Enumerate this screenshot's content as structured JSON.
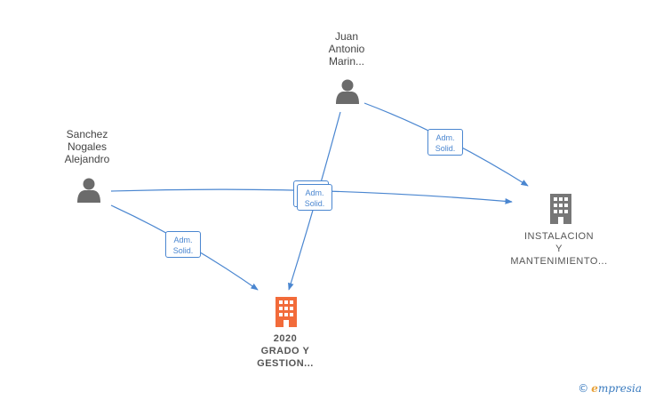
{
  "nodes": {
    "person_juan": {
      "lines": [
        "Juan",
        "Antonio",
        "Marin..."
      ]
    },
    "person_sanchez": {
      "lines": [
        "Sanchez",
        "Nogales",
        "Alejandro"
      ]
    },
    "company_instalacion": {
      "lines": [
        "INSTALACION",
        "Y",
        "MANTENIMIENTO..."
      ]
    },
    "company_2020": {
      "lines": [
        "2020",
        "GRADO Y",
        "GESTION..."
      ]
    }
  },
  "edges": [
    {
      "from": "person_juan",
      "to": "company_instalacion",
      "label": [
        "Adm.",
        "Solid."
      ]
    },
    {
      "from": "person_juan",
      "to": "company_2020",
      "label": [
        "Adm.",
        "Solid."
      ]
    },
    {
      "from": "person_sanchez",
      "to": "company_instalacion",
      "label": [
        "Adm.",
        "Solid."
      ]
    },
    {
      "from": "person_sanchez",
      "to": "company_2020",
      "label": [
        "Adm.",
        "Solid."
      ]
    }
  ],
  "colors": {
    "edge": "#4a86d0",
    "person_icon": "#6b6b6b",
    "company_icon_gray": "#777777",
    "company_icon_highlight": "#f26b3a"
  },
  "brand": {
    "copyright": "©",
    "name_first": "e",
    "name_rest": "mpresia"
  }
}
